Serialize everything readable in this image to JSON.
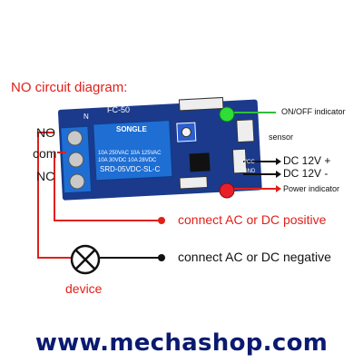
{
  "title": "NO circuit diagram:",
  "terminals": {
    "no": "NO",
    "com": "com",
    "nc": "NC"
  },
  "board": {
    "model": "FC-50",
    "relay_brand": "SONGLE",
    "relay_rating_1": "10A 250VAC  10A 125VAC",
    "relay_rating_2": "10A 30VDC   10A 28VDC",
    "relay_part": "SRD-05VDC-SL-C",
    "silk_n": "N",
    "silk_vcc": "VCC",
    "silk_gnd": "GND",
    "colors": {
      "pcb": "#1b3a8c",
      "relay": "#1f6ed4",
      "led_on": "#2fdc3a",
      "led_power": "#e8202a"
    }
  },
  "annotations": {
    "onoff": "ON/OFF indicator",
    "sensor": "sensor",
    "dc_plus": "DC 12V +",
    "dc_minus": "DC 12V -",
    "power": "Power indicator",
    "ac_positive": "connect AC or DC positive",
    "ac_negative": "connect AC or DC negative",
    "device": "device"
  },
  "footer": "www.mechashop.com"
}
